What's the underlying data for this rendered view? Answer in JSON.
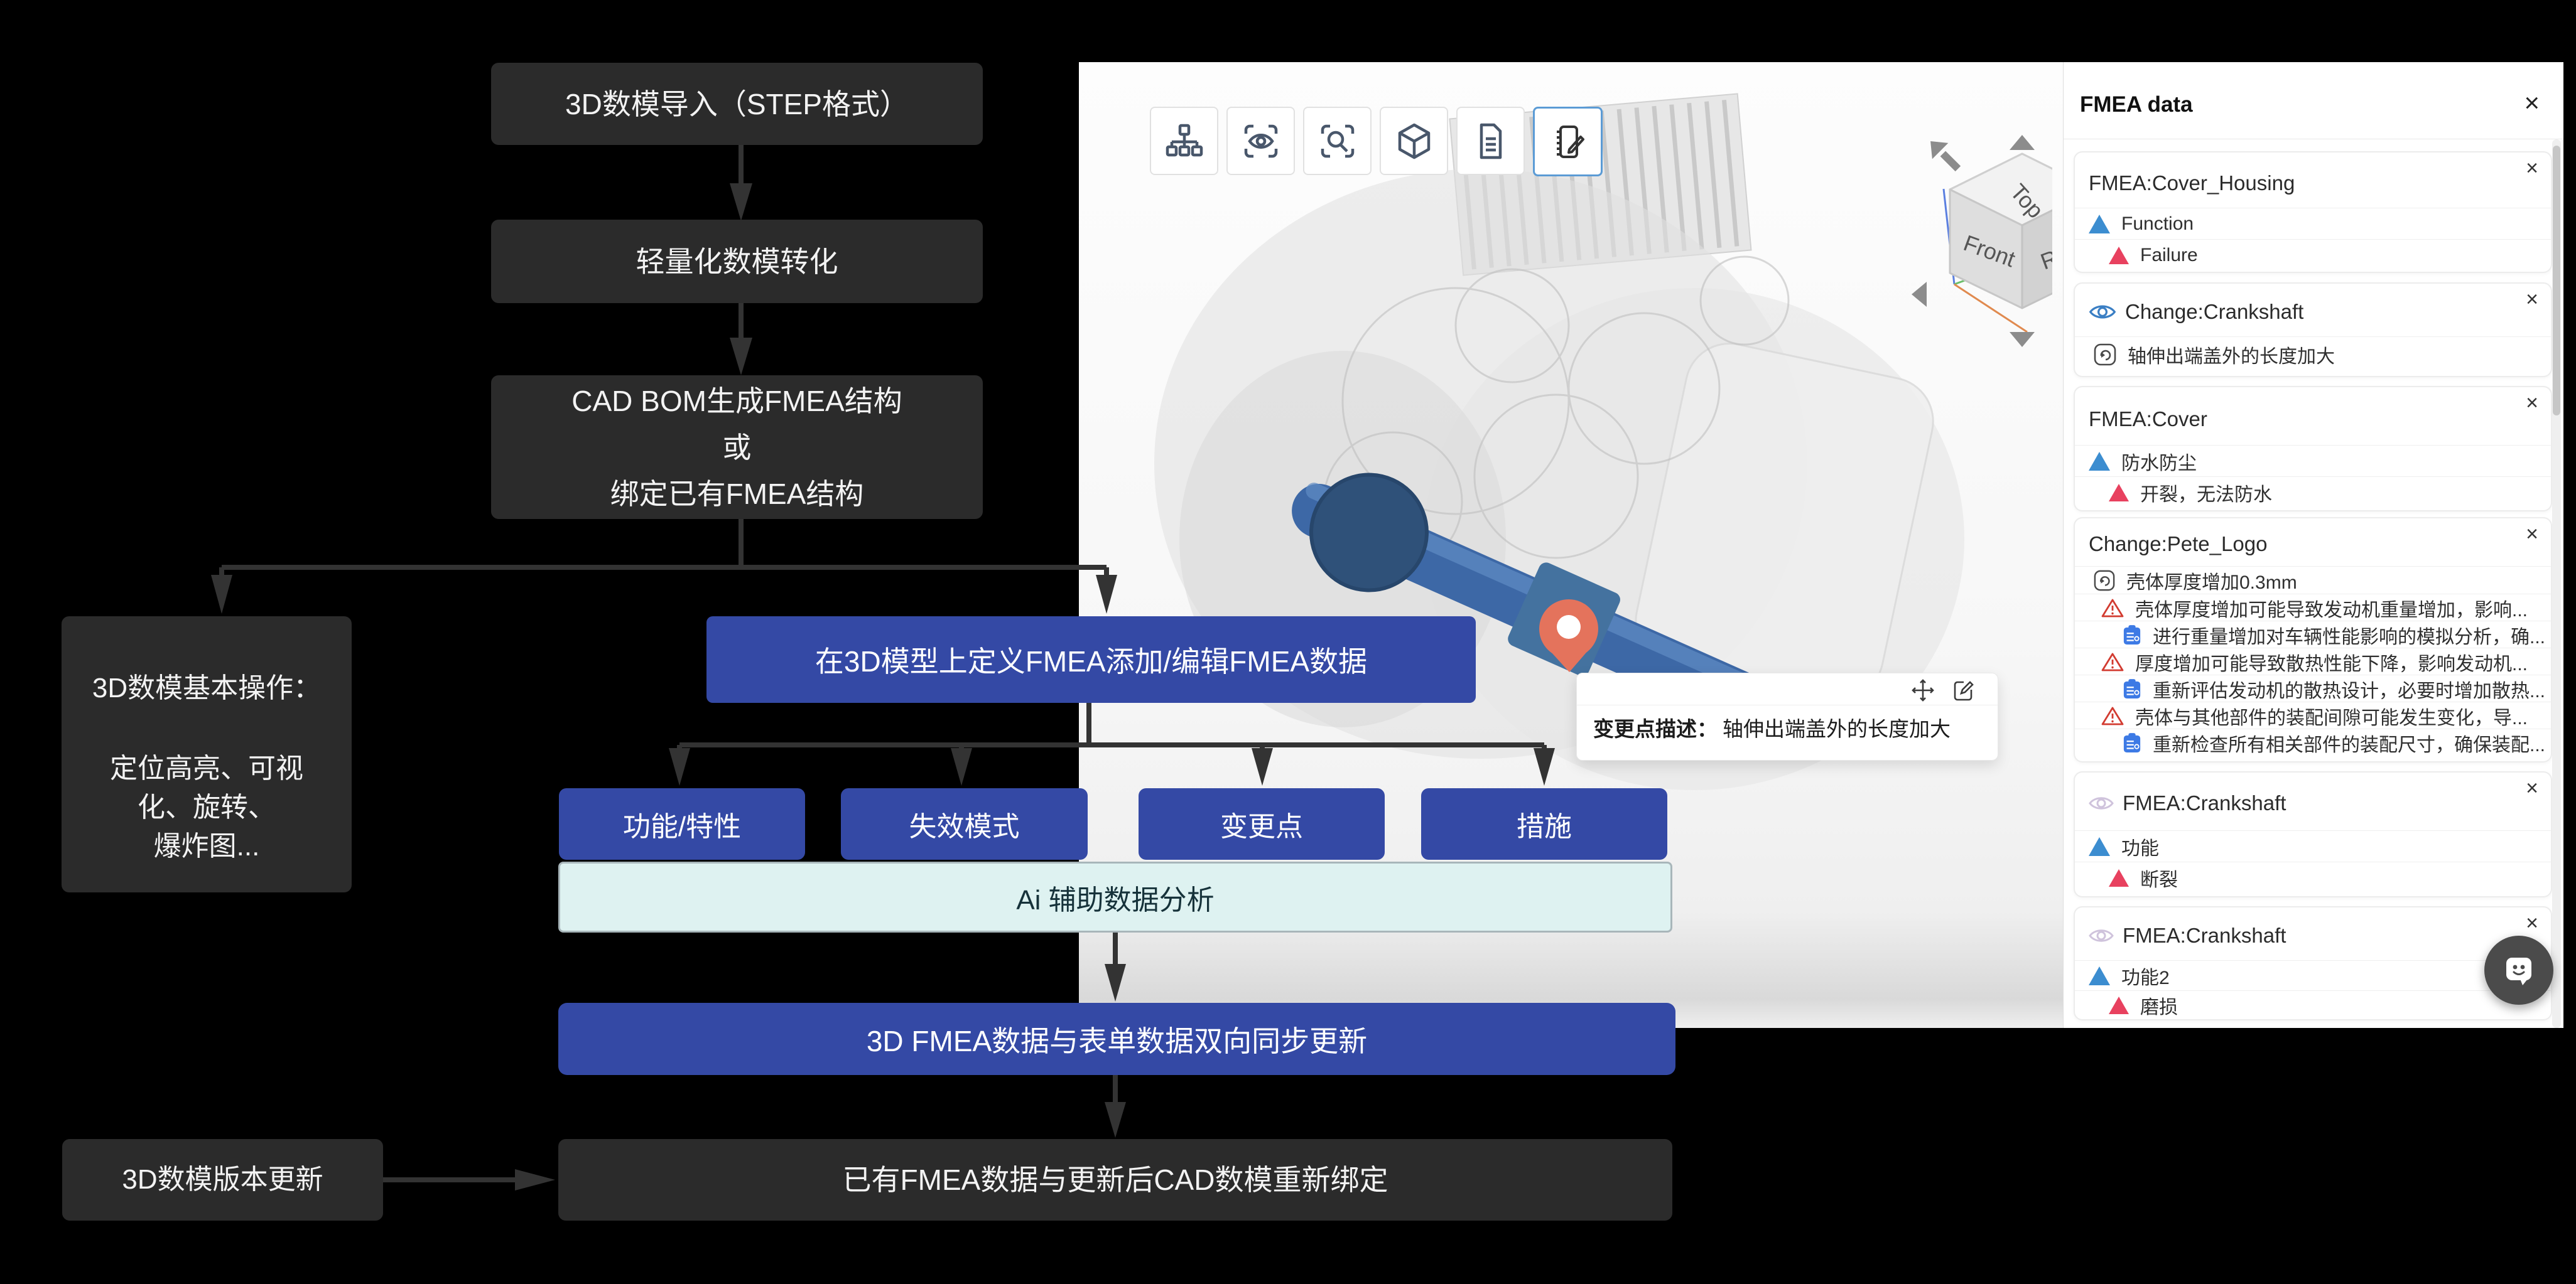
{
  "flow": {
    "import": "3D数模导入（STEP格式）",
    "lightweight": "轻量化数模转化",
    "bom": {
      "l1": "CAD BOM生成FMEA结构",
      "l2": "或",
      "l3": "绑定已有FMEA结构"
    },
    "basic": {
      "title": "3D数模基本操作：",
      "l1": "定位高亮、可视",
      "l2": "化、旋转、",
      "l3": "爆炸图..."
    },
    "define": "在3D模型上定义FMEA添加/编辑FMEA数据",
    "buttons": {
      "function": "功能/特性",
      "failure": "失效模式",
      "change": "变更点",
      "measure": "措施"
    },
    "ai": "Ai 辅助数据分析",
    "sync": "3D FMEA数据与表单数据双向同步更新",
    "version": "3D数模版本更新",
    "rebind": "已有FMEA数据与更新后CAD数模重新绑定"
  },
  "viewer": {
    "toolbar_icons": [
      "hierarchy",
      "view-focus",
      "zoom-search",
      "cube",
      "document",
      "annotate-edit"
    ],
    "viewcube": {
      "top": "Top",
      "front": "Front",
      "right": "Right"
    },
    "tooltip": {
      "label": "变更点描述：",
      "text": "轴伸出端盖外的长度加大"
    }
  },
  "panel": {
    "title": "FMEA data",
    "close_glyph": "×",
    "colors": {
      "accent_blue": "#3449a5",
      "function_blue": "#3c8dd0",
      "failure_red": "#e8415f",
      "warning_red": "#d23b30",
      "measure_blue": "#3d7ae5",
      "pin_orange": "#e4735c"
    },
    "cards": [
      {
        "title": "FMEA:Cover_Housing",
        "rows": [
          {
            "type": "function",
            "text": "Function"
          },
          {
            "type": "failure",
            "text": "Failure"
          }
        ]
      },
      {
        "title": "Change:Crankshaft",
        "icon": "eye-blue",
        "rows": [
          {
            "type": "change",
            "text": "轴伸出端盖外的长度加大"
          }
        ]
      },
      {
        "title": "FMEA:Cover",
        "rows": [
          {
            "type": "function",
            "text": "防水防尘"
          },
          {
            "type": "failure",
            "text": "开裂，无法防水"
          }
        ]
      },
      {
        "title": "Change:Pete_Logo",
        "rows": [
          {
            "type": "change",
            "text": "壳体厚度增加0.3mm"
          },
          {
            "type": "warning",
            "text": "壳体厚度增加可能导致发动机重量增加，影响..."
          },
          {
            "type": "measure",
            "text": "进行重量增加对车辆性能影响的模拟分析，确..."
          },
          {
            "type": "warning",
            "text": "厚度增加可能导致散热性能下降，影响发动机..."
          },
          {
            "type": "measure",
            "text": "重新评估发动机的散热设计，必要时增加散热..."
          },
          {
            "type": "warning",
            "text": "壳体与其他部件的装配间隙可能发生变化，导..."
          },
          {
            "type": "measure",
            "text": "重新检查所有相关部件的装配尺寸，确保装配..."
          }
        ]
      },
      {
        "title": "FMEA:Crankshaft",
        "icon": "eye-muted",
        "rows": [
          {
            "type": "function",
            "text": "功能"
          },
          {
            "type": "failure",
            "text": "断裂"
          }
        ]
      },
      {
        "title": "FMEA:Crankshaft",
        "icon": "eye-muted",
        "rows": [
          {
            "type": "function",
            "text": "功能2"
          },
          {
            "type": "failure",
            "text": "磨损"
          }
        ]
      }
    ]
  }
}
